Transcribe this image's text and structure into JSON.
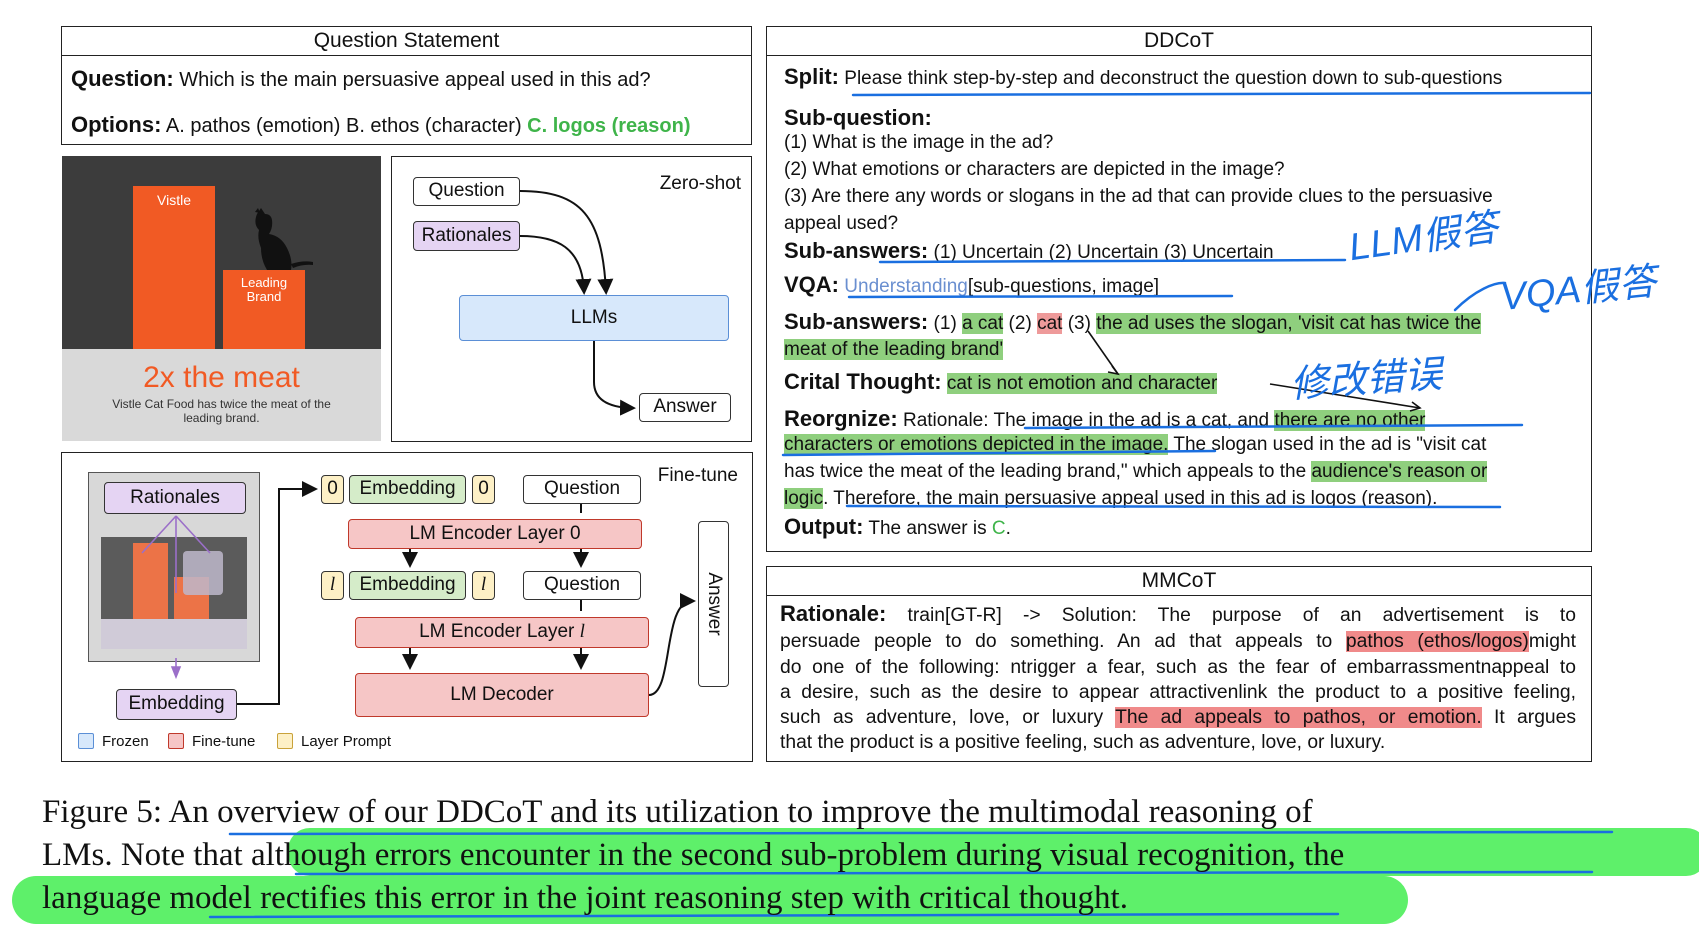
{
  "question": {
    "title": "Question Statement",
    "q_label": "Question:",
    "q_text": "Which is the main persuasive appeal used in this ad?",
    "opt_label": "Options:",
    "opt_text": "A. pathos (emotion) B. ethos (character)",
    "opt_correct": "C. logos (reason)"
  },
  "ad": {
    "bar1": "Vistle",
    "bar2_l1": "Leading",
    "bar2_l2": "Brand",
    "headline": "2x the meat",
    "sub_l1": "Vistle Cat Food has twice the meat of the",
    "sub_l2": "leading brand."
  },
  "zero_shot": {
    "label": "Zero-shot",
    "question": "Question",
    "rationales": "Rationales",
    "llms": "LLMs",
    "answer": "Answer"
  },
  "fine_tune": {
    "label": "Fine-tune",
    "rationales": "Rationales",
    "embedding": "Embedding",
    "emb0": "Embedding",
    "zero": "0",
    "question": "Question",
    "enc0": "LM Encoder Layer 0",
    "ell": "l",
    "embl": "Embedding",
    "encl": "LM Encoder Layer",
    "decoder": "LM Decoder",
    "answer": "Answer",
    "legend": [
      "Frozen",
      "Fine-tune",
      "Layer Prompt"
    ]
  },
  "ddcot": {
    "title": "DDCoT",
    "split_label": "Split:",
    "split_text": "Please think step-by-step and deconstruct the question down to sub-questions",
    "subq_label": "Sub-question:",
    "subq": [
      "(1) What is the image in the ad?",
      "(2) What emotions or characters are depicted in the image?",
      "(3) Are there any words or slogans in the ad that can provide clues to the persuasive",
      "appeal used?"
    ],
    "suba_label": "Sub-answers:",
    "suba_text": "(1) Uncertain (2) Uncertain (3) Uncertain",
    "vqa_label": "VQA:",
    "vqa_blue": "Understanding",
    "vqa_rest": "[sub-questions, image]",
    "suba2_label": "Sub-answers:",
    "sa_p1": "(1)",
    "sa_h1": "a cat",
    "sa_p2": "(2)",
    "sa_h2": "cat",
    "sa_p3": "(3)",
    "sa_h3": "the ad uses the slogan, 'visit cat has twice the",
    "sa_h4": "meat of the leading brand'",
    "crit_label": "Crital Thought:",
    "crit_text": "cat is not emotion and character",
    "reorg_label": "Reorgnize:",
    "reorg_1a": "Rationale: The image in the ad is a cat, and",
    "reorg_1b": "there are no other",
    "reorg_2a": "characters or emotions depicted in the image.",
    "reorg_2b": "The slogan used in the ad is \"visit cat",
    "reorg_3a": "has twice the meat of the leading brand,\" which appeals to the",
    "reorg_3b": "audience's reason or",
    "reorg_4a": "logic",
    "reorg_4b": ". Therefore, the main persuasive appeal used in this ad is logos (reason).",
    "out_label": "Output:",
    "out_text": "The answer is",
    "out_ans": "C",
    "out_dot": "."
  },
  "annotations": {
    "llm_fake": "LLM假答",
    "vqa_fake": "VQA假答",
    "fix_error": "修改错误"
  },
  "mmcot": {
    "title": "MMCoT",
    "label": "Rationale:",
    "l1": "train[GT-R] -> Solution: The purpose of an advertisement is to",
    "l2a": "persuade people to do something. An ad that appeals to",
    "l2b": "pathos (ethos/logos)",
    "l2c": "might",
    "l3": "do one of the following: ntrigger a fear, such as the fear of embarrassmentnappeal to",
    "l4": "a desire, such as the desire to appear attractivenlink the product to a positive feeling,",
    "l5a": "such as adventure, love, or luxury",
    "l5b": "The ad appeals to pathos, or emotion.",
    "l5c": "It argues",
    "l6": "that the product is a positive feeling, such as adventure, love, or luxury."
  },
  "caption": {
    "l1a": "Figure 5:",
    "l1b": "An overview of our DDCoT and its utilization to improve the multimodal reasoning of",
    "l2a": "LMs. Note that",
    "l2b": "although errors encounter in the second sub-problem during visual recognition, the",
    "l3": "language model rectifies this error in the joint reasoning step with critical thought."
  },
  "colors": {
    "accent_green": "#3fb44a",
    "pen_blue": "#1a6fe0",
    "marker_green": "#5ef06a",
    "ad_orange": "#f15a24"
  }
}
